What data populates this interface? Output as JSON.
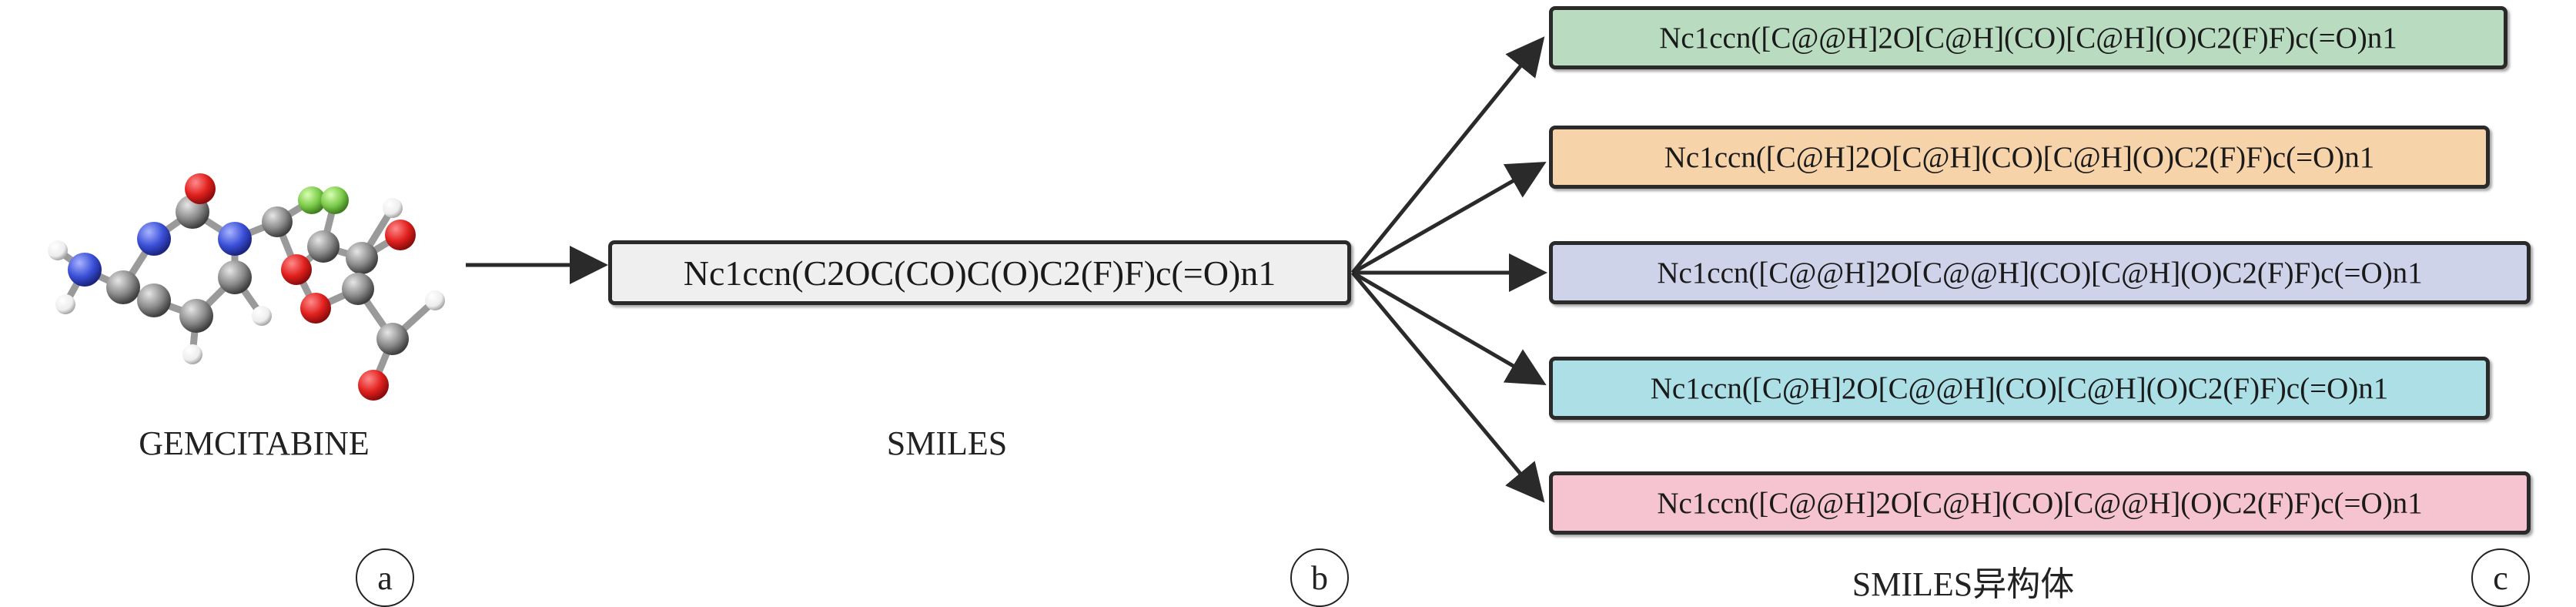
{
  "panel_a": {
    "label": "GEMCITABINE",
    "marker": "a"
  },
  "panel_b": {
    "smiles": "Nc1ccn(C2OC(CO)C(O)C2(F)F)c(=O)n1",
    "label": "SMILES",
    "marker": "b"
  },
  "panel_c": {
    "label": "SMILES异构体",
    "marker": "c",
    "isomers": [
      {
        "smiles": "Nc1ccn([C@@H]2O[C@H](CO)[C@H](O)C2(F)F)c(=O)n1",
        "color": "#b9dcc0"
      },
      {
        "smiles": "Nc1ccn([C@H]2O[C@H](CO)[C@H](O)C2(F)F)c(=O)n1",
        "color": "#f7d3a9"
      },
      {
        "smiles": "Nc1ccn([C@@H]2O[C@@H](CO)[C@H](O)C2(F)F)c(=O)n1",
        "color": "#cfd3ea"
      },
      {
        "smiles": "Nc1ccn([C@H]2O[C@@H](CO)[C@H](O)C2(F)F)c(=O)n1",
        "color": "#ace0e6"
      },
      {
        "smiles": "Nc1ccn([C@@H]2O[C@H](CO)[C@@H](O)C2(F)F)c(=O)n1",
        "color": "#f5c4d0"
      }
    ]
  },
  "colors": {
    "main_box": "#efefef",
    "oxygen": "#e0201d",
    "nitrogen": "#3a4fd8",
    "fluorine": "#7ccb4a",
    "carbon": "#8a8a8a",
    "hydrogen": "#ededed"
  }
}
